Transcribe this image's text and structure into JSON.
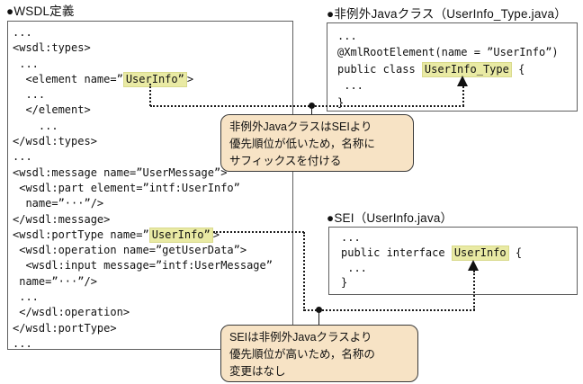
{
  "panels": {
    "wsdl": {
      "title": "●WSDL定義",
      "code": {
        "l01": "...",
        "l02": "<wsdl:types>",
        "l03": " ...",
        "l04a": "  <element name=”",
        "l04b": "UserInfo”",
        "l04c": ">",
        "l05": "  ...",
        "l06": "  </element>",
        "l07": "    ...",
        "l08": "</wsdl:types>",
        "l09": "...",
        "l10": "<wsdl:message name=”UserMessage”>",
        "l11": " <wsdl:part element=”intf:UserInfo”",
        "l12": "  name=”···”/>",
        "l13": "</wsdl:message>",
        "l14a": "<wsdl:portType name=”",
        "l14b": "UserInfo”",
        "l14c": ">",
        "l15": " <wsdl:operation name=”getUserData”>",
        "l16": "  <wsdl:input message=”intf:UserMessage”",
        "l17": " name=”···”/>",
        "l18": " ...",
        "l19": " </wsdl:operation>",
        "l20": "</wsdl:portType>",
        "l21": "..."
      }
    },
    "java_class": {
      "title": "●非例外Javaクラス（UserInfo_Type.java）",
      "code": {
        "l1": "...",
        "l2": "@XmlRootElement(name = ”UserInfo”)",
        "l3a": "public class ",
        "l3b": "UserInfo_Type",
        "l3c": " {",
        "l4": " ...",
        "l5": "}"
      }
    },
    "sei": {
      "title": "●SEI（UserInfo.java）",
      "code": {
        "l1": "...",
        "l2a": "public interface ",
        "l2b": "UserInfo",
        "l2c": " {",
        "l3": " ...",
        "l4": "}"
      }
    }
  },
  "callouts": {
    "suffix_note": {
      "line1": "非例外JavaクラスはSEIより",
      "line2": "優先順位が低いため，名称に",
      "line3": "サフィックスを付ける"
    },
    "no_change_note": {
      "line1": "SEIは非例外Javaクラスより",
      "line2": "優先順位が高いため，名称の",
      "line3": "変更はなし"
    }
  },
  "colors": {
    "highlight": "#e9eaa4",
    "callout_bg": "#f7e3c5",
    "callout_border": "#3a3a3a",
    "panel_border": "#5f5f5f",
    "connector": "#1a1a1a"
  }
}
